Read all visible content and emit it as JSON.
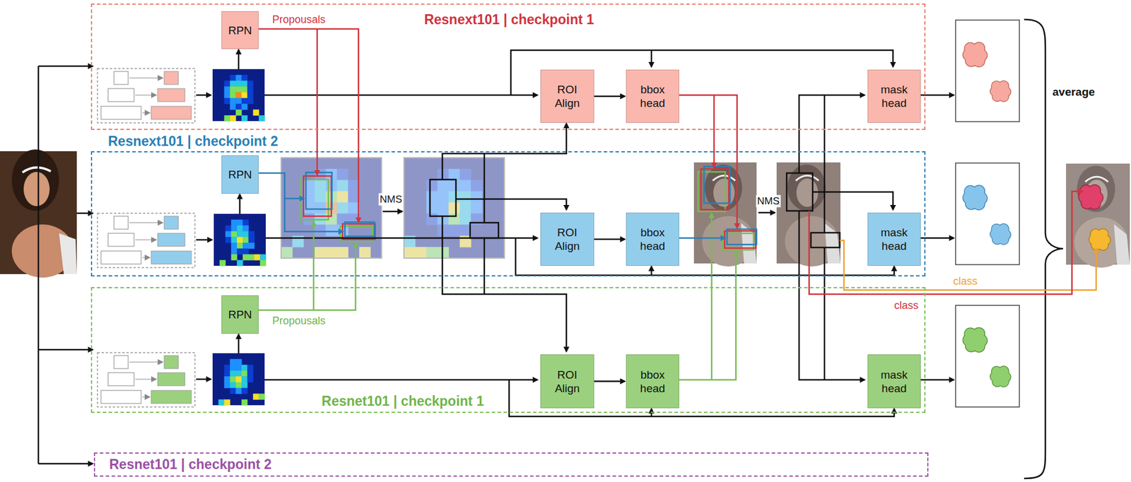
{
  "diagram": {
    "nodes": [
      {
        "text": [
          "Resnext101 | checkpoint 1"
        ]
      },
      {
        "text": [
          "RPN"
        ],
        "in": 0
      },
      {
        "text": [
          "ROI Align"
        ],
        "in": 0
      },
      {
        "text": [
          "bbox head"
        ],
        "in": 0
      },
      {
        "text": [
          "mask head"
        ],
        "in": 0
      },
      {
        "text": [
          "Resnext101 | checkpoint 2"
        ]
      },
      {
        "text": [
          "RPN"
        ],
        "in": 5
      },
      {
        "text": [
          "ROI Align"
        ],
        "in": 5
      },
      {
        "text": [
          "bbox head"
        ],
        "in": 5
      },
      {
        "text": [
          "mask head"
        ],
        "in": 5
      },
      {
        "text": [
          "Resnet101 | checkpoint 1"
        ]
      },
      {
        "text": [
          "RPN"
        ],
        "in": 10
      },
      {
        "text": [
          "ROI Align"
        ],
        "in": 10
      },
      {
        "text": [
          "bbox head"
        ],
        "in": 10
      },
      {
        "text": [
          "mask head"
        ],
        "in": 10
      },
      {
        "text": [
          "Resnet101 | checkpoint 2"
        ]
      }
    ],
    "edges": [
      {
        "from": 2,
        "to": 3,
        "arrow": "to"
      },
      {
        "from": 7,
        "to": 8,
        "arrow": "to"
      },
      {
        "from": 12,
        "to": 13,
        "arrow": "to"
      }
    ],
    "labels": [
      "Propousals",
      "Propousals",
      "NMS",
      "NMS",
      "class",
      "class",
      "average"
    ]
  }
}
